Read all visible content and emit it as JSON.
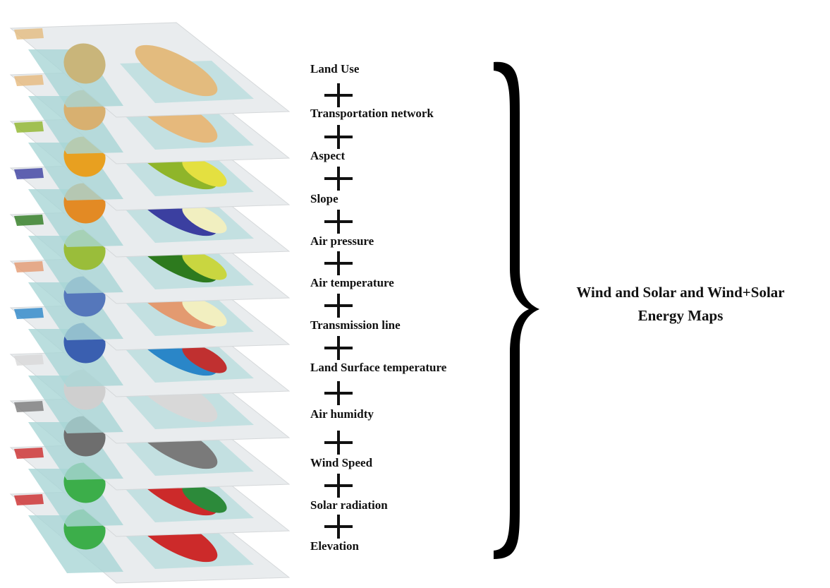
{
  "layers": [
    {
      "name": "Land Use",
      "colors": [
        "#e3bb7e",
        "#c9b57a"
      ]
    },
    {
      "name": "Transportation network",
      "colors": [
        "#e6b97c",
        "#d8b070"
      ]
    },
    {
      "name": "Aspect",
      "colors": [
        "#8fb52a",
        "#e8a020",
        "#e4e040"
      ]
    },
    {
      "name": "Slope",
      "colors": [
        "#3b3fa0",
        "#e38a24",
        "#f1efc0"
      ]
    },
    {
      "name": "Air pressure",
      "colors": [
        "#2d7a1e",
        "#9abd3a",
        "#c9d640"
      ]
    },
    {
      "name": "Air temperature",
      "colors": [
        "#e39a70",
        "#5577bb",
        "#f2efc0"
      ]
    },
    {
      "name": "Transmission line",
      "colors": [
        "#2a86c8",
        "#3a5fb0",
        "#c03030"
      ]
    },
    {
      "name": "Land Surface temperature",
      "colors": [
        "#d8d8d8",
        "#cfcfcf"
      ]
    },
    {
      "name": "Air humidty",
      "colors": [
        "#7a7a7a",
        "#6e6e6e"
      ]
    },
    {
      "name": "Wind Speed",
      "colors": [
        "#cc2a2a",
        "#3cae4a",
        "#2c8a3a"
      ]
    },
    {
      "name": "Solar radiation",
      "colors": [
        "#cc2a2a",
        "#3cae4a"
      ]
    }
  ],
  "labels": [
    "Land Use",
    "Transportation network",
    "Aspect",
    "Slope",
    "Air pressure",
    "Air temperature",
    "Transmission line",
    "Land Surface temperature",
    "Air humidty",
    "Wind Speed",
    "Solar radiation",
    "Elevation"
  ],
  "result": {
    "line1": "Wind and Solar and Wind+Solar",
    "line2": "Energy Maps"
  }
}
